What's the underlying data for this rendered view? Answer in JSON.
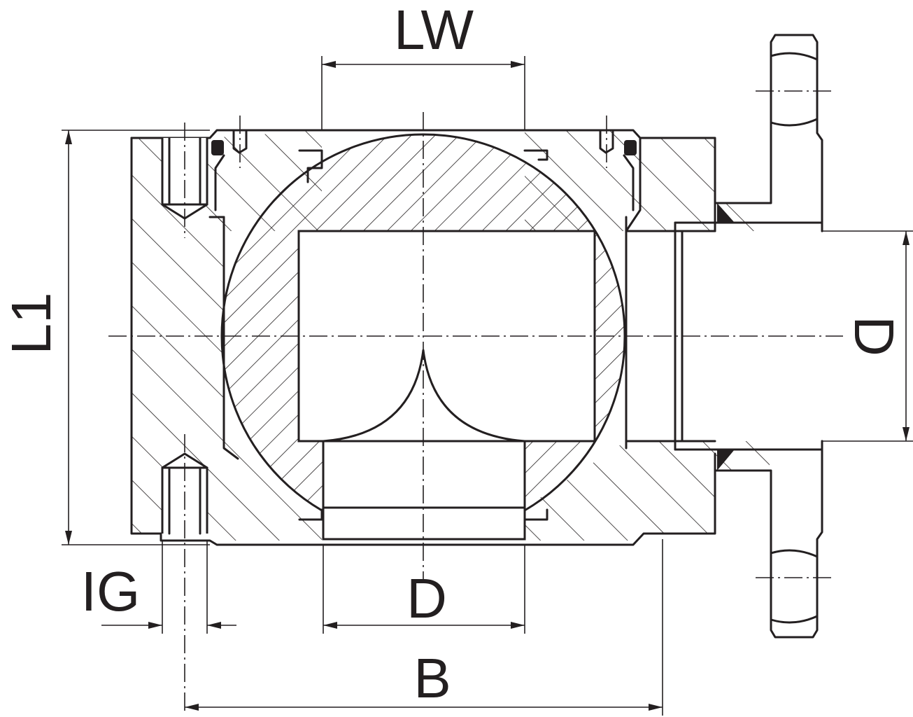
{
  "labels": {
    "lw": "LW",
    "l1": "L1",
    "d_right": "D",
    "d_bottom": "D",
    "ig": "IG",
    "b": "B"
  },
  "colors": {
    "line": "#231f20",
    "background": "#ffffff"
  }
}
